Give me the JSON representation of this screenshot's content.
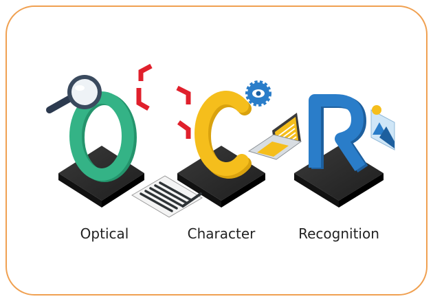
{
  "words": [
    "Optical",
    "Character",
    "Recognition"
  ],
  "letters": [
    "O",
    "C",
    "R"
  ],
  "colors": {
    "frame": "#f0a050",
    "letter_o": "#34b386",
    "letter_c": "#f5be1c",
    "letter_r": "#2a7dc9",
    "bracket": "#e0202c",
    "platform": "#2b2b2b",
    "eye_gear": "#2a7dc9",
    "laptop_screen": "#f5be1c"
  },
  "icons": [
    "magnifier-icon",
    "scan-bracket-icon",
    "document-pen-icon",
    "eye-gear-icon",
    "laptop-icon",
    "image-icon"
  ]
}
